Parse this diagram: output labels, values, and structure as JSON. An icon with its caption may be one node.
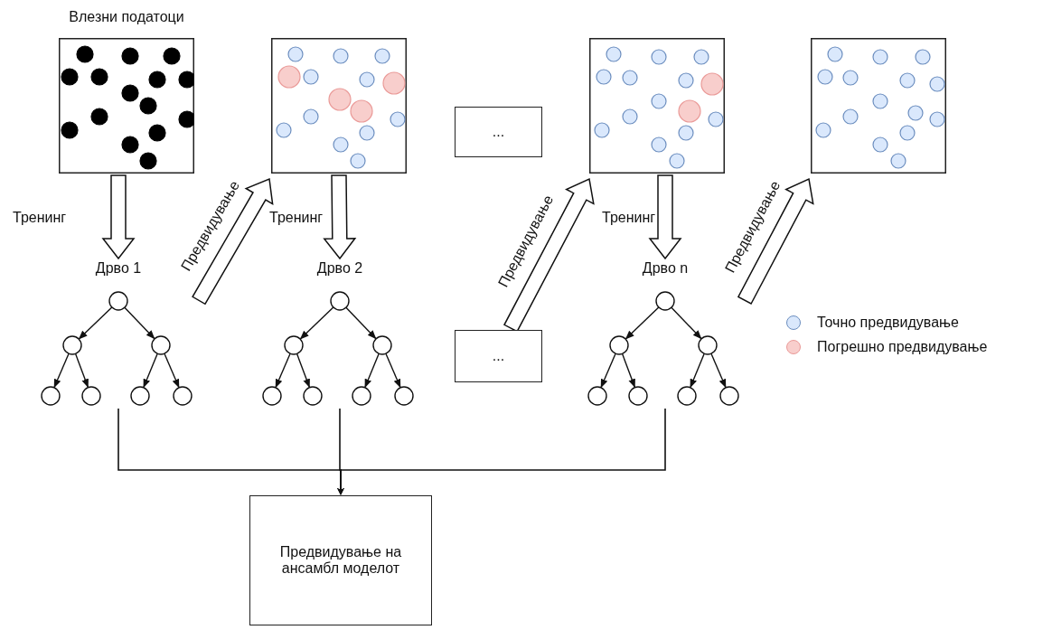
{
  "diagram": {
    "nodes": [
      {
        "text": [
          "Влезни податоци"
        ]
      },
      {
        "text": [],
        "shape": "box"
      },
      {
        "text": [
          "..."
        ]
      },
      {
        "text": [],
        "shape": "box"
      },
      {
        "text": [],
        "shape": "box"
      },
      {
        "text": [
          "Дрво 1"
        ]
      },
      {
        "text": [
          "Дрво 2"
        ]
      },
      {
        "text": [
          "..."
        ]
      },
      {
        "text": [
          "Дрво n"
        ]
      },
      {
        "text": [
          "Предвидување на ансамбл моделот"
        ]
      }
    ],
    "edges": [
      {
        "from": 0,
        "to": 5,
        "arrow": "to",
        "label": "Тренинг",
        "style": "thick"
      },
      {
        "from": 5,
        "to": 1,
        "arrow": "to",
        "label": "Предвидување",
        "style": "thick"
      },
      {
        "from": 1,
        "to": 6,
        "arrow": "to",
        "label": "Тренинг",
        "style": "thick"
      },
      {
        "from": 7,
        "to": 3,
        "arrow": "to",
        "label": "Предвидување",
        "style": "thick"
      },
      {
        "from": 3,
        "to": 8,
        "arrow": "to",
        "label": "Тренинг",
        "style": "thick"
      },
      {
        "from": 8,
        "to": 4,
        "arrow": "to",
        "label": "Предвидување",
        "style": "thick"
      },
      {
        "from": 5,
        "to": 9,
        "arrow": "to"
      },
      {
        "from": 6,
        "to": 9,
        "arrow": "to"
      },
      {
        "from": 8,
        "to": 9,
        "arrow": "to"
      }
    ],
    "legend": [
      {
        "text": "Точно предвидување",
        "color": "#dae8fc"
      },
      {
        "text": "Погрешно предвидување",
        "color": "#f8cecc"
      }
    ]
  }
}
